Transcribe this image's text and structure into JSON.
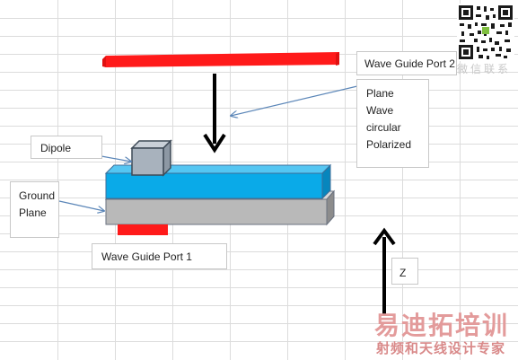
{
  "labels": {
    "wave_guide_port_2": "Wave Guide Port 2",
    "plane_wave": [
      "Plane",
      "Wave",
      "circular",
      "Polarized"
    ],
    "dipole": "Dipole",
    "ground_plane": [
      "Ground",
      "Plane"
    ],
    "wave_guide_port_1": "Wave Guide Port 1",
    "z_axis": "Z"
  },
  "watermark": {
    "brand": "易迪拓培训",
    "tagline": "射频和天线设计专家",
    "qr_caption": "微信联系"
  },
  "colors": {
    "port": "#ff1a1a",
    "substrate_top": "#0aaae8",
    "ground": "#b9b9b9",
    "dipole": "#a8b2bd",
    "gridline": "#dcdcdc",
    "leader_line": "#5b86b8",
    "arrow": "#000000",
    "watermark": "#e39b9b"
  }
}
